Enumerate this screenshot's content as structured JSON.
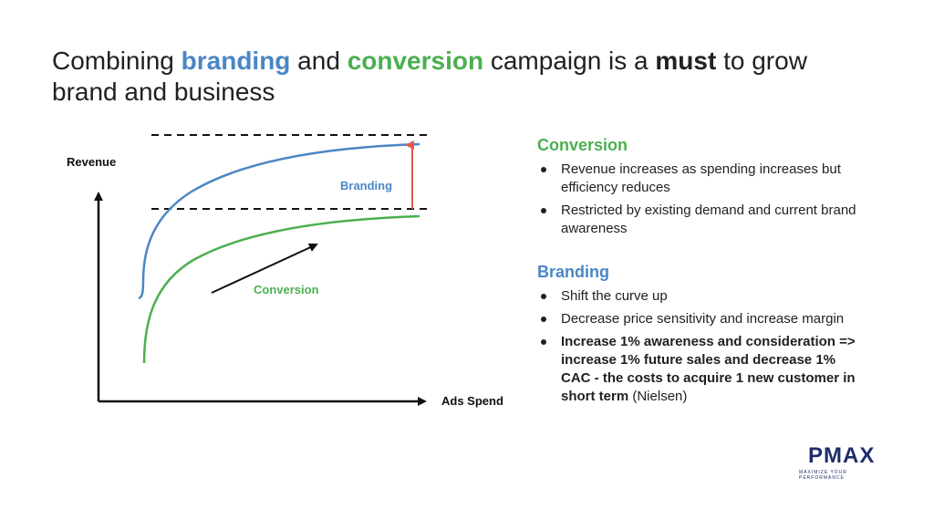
{
  "title": {
    "part1": "Combining ",
    "branding": "branding",
    "part2": " and ",
    "conversion": "conversion",
    "part3": " campaign is a ",
    "must": "must",
    "part4": " to grow brand and business"
  },
  "diagram": {
    "y_axis_label": "Revenue",
    "x_axis_label": "Ads Spend",
    "branding_label": "Branding",
    "conversion_label": "Conversion",
    "colors": {
      "branding": "#4a86c5",
      "conversion": "#4caf50",
      "arrow_red": "#e05a4f",
      "axis": "#111111"
    }
  },
  "conversion_panel": {
    "heading": "Conversion",
    "bullets": [
      "Revenue increases as spending increases but efficiency reduces",
      "Restricted by existing demand and current brand awareness"
    ]
  },
  "branding_panel": {
    "heading": "Branding",
    "bullets": [
      "Shift the curve up",
      "Decrease price sensitivity and increase margin"
    ],
    "bold_bullet": "Increase 1% awareness and consideration => increase 1% future sales and decrease 1% CAC - the costs to acquire 1 new customer in short term",
    "source": " (Nielsen)"
  },
  "logo": {
    "name": "PMAX",
    "tagline": "MAXIMIZE YOUR PERFORMANCE"
  }
}
